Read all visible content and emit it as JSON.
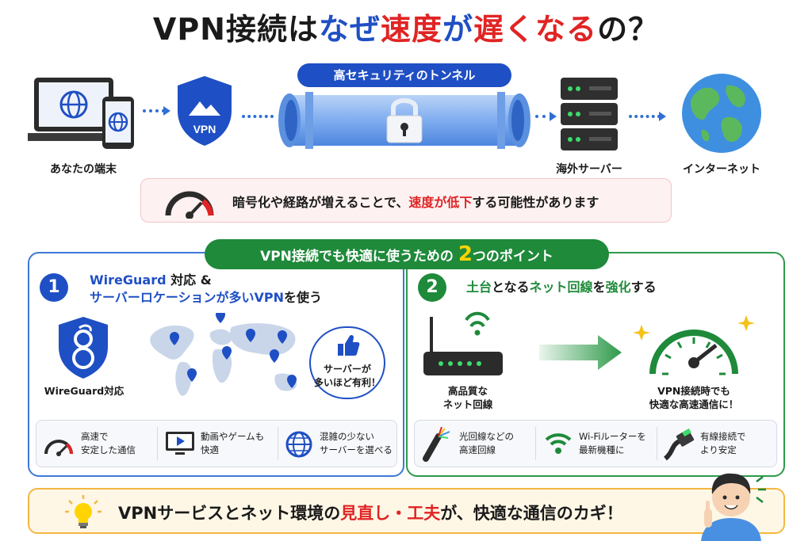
{
  "title": {
    "part1": "VPN接続は",
    "part2": "なぜ",
    "part3": "速度",
    "part4": "が",
    "part5": "遅くなる",
    "part6": "の？"
  },
  "flow": {
    "tunnel_label": "高セキュリティのトンネル",
    "device_label": "あなたの端末",
    "vpn_badge_text": "VPN",
    "server_label": "海外サーバー",
    "internet_label": "インターネット"
  },
  "warning": {
    "before": "暗号化や経路が増えることで、",
    "highlight": "速度が低下",
    "after": "する可能性があります"
  },
  "banner": {
    "before": "VPN接続でも快適に使うための ",
    "num": "2",
    "after": "つのポイント"
  },
  "point1": {
    "number": "1",
    "title_line1_highlight": "WireGuard",
    "title_line1_rest": "対応 &",
    "title_line2_highlight": "サーバーロケーションが多いVPN",
    "title_line2_rest": "を使う",
    "logo_label": "WireGuard対応",
    "bubble_text_line1": "サーバーが",
    "bubble_text_line2": "多いほど有利！",
    "features": [
      {
        "icon": "speedometer-icon",
        "line1": "高速で",
        "line2": "安定した通信"
      },
      {
        "icon": "video-play-icon",
        "line1": "動画やゲームも",
        "line2": "快適"
      },
      {
        "icon": "globe-icon",
        "line1": "混雑の少ない",
        "line2": "サーバーを選べる"
      }
    ]
  },
  "point2": {
    "number": "2",
    "title_part1": "土台",
    "title_part2": "となる",
    "title_part3": "ネット回線",
    "title_part4": "を",
    "title_part5": "強化",
    "title_part6": "する",
    "router_line1": "高品質な",
    "router_line2": "ネット回線",
    "gauge_line1": "VPN接続時でも",
    "gauge_line2": "快適な高速通信に！",
    "features": [
      {
        "icon": "fiber-optic-icon",
        "line1": "光回線などの",
        "line2": "高速回線"
      },
      {
        "icon": "wifi-icon",
        "line1": "Wi-Fiルーターを",
        "line2": "最新機種に"
      },
      {
        "icon": "ethernet-cable-icon",
        "line1": "有線接続で",
        "line2": "より安定"
      }
    ]
  },
  "bottom": {
    "before": "VPNサービスとネット環境の",
    "highlight1": "見直し・工夫",
    "after": "が、快適な通信のカギ！"
  },
  "colors": {
    "blue": "#1f4fc4",
    "red": "#e02424",
    "green": "#1e8a3a",
    "yellow": "#ffd400",
    "orange_border": "#f4b740"
  }
}
